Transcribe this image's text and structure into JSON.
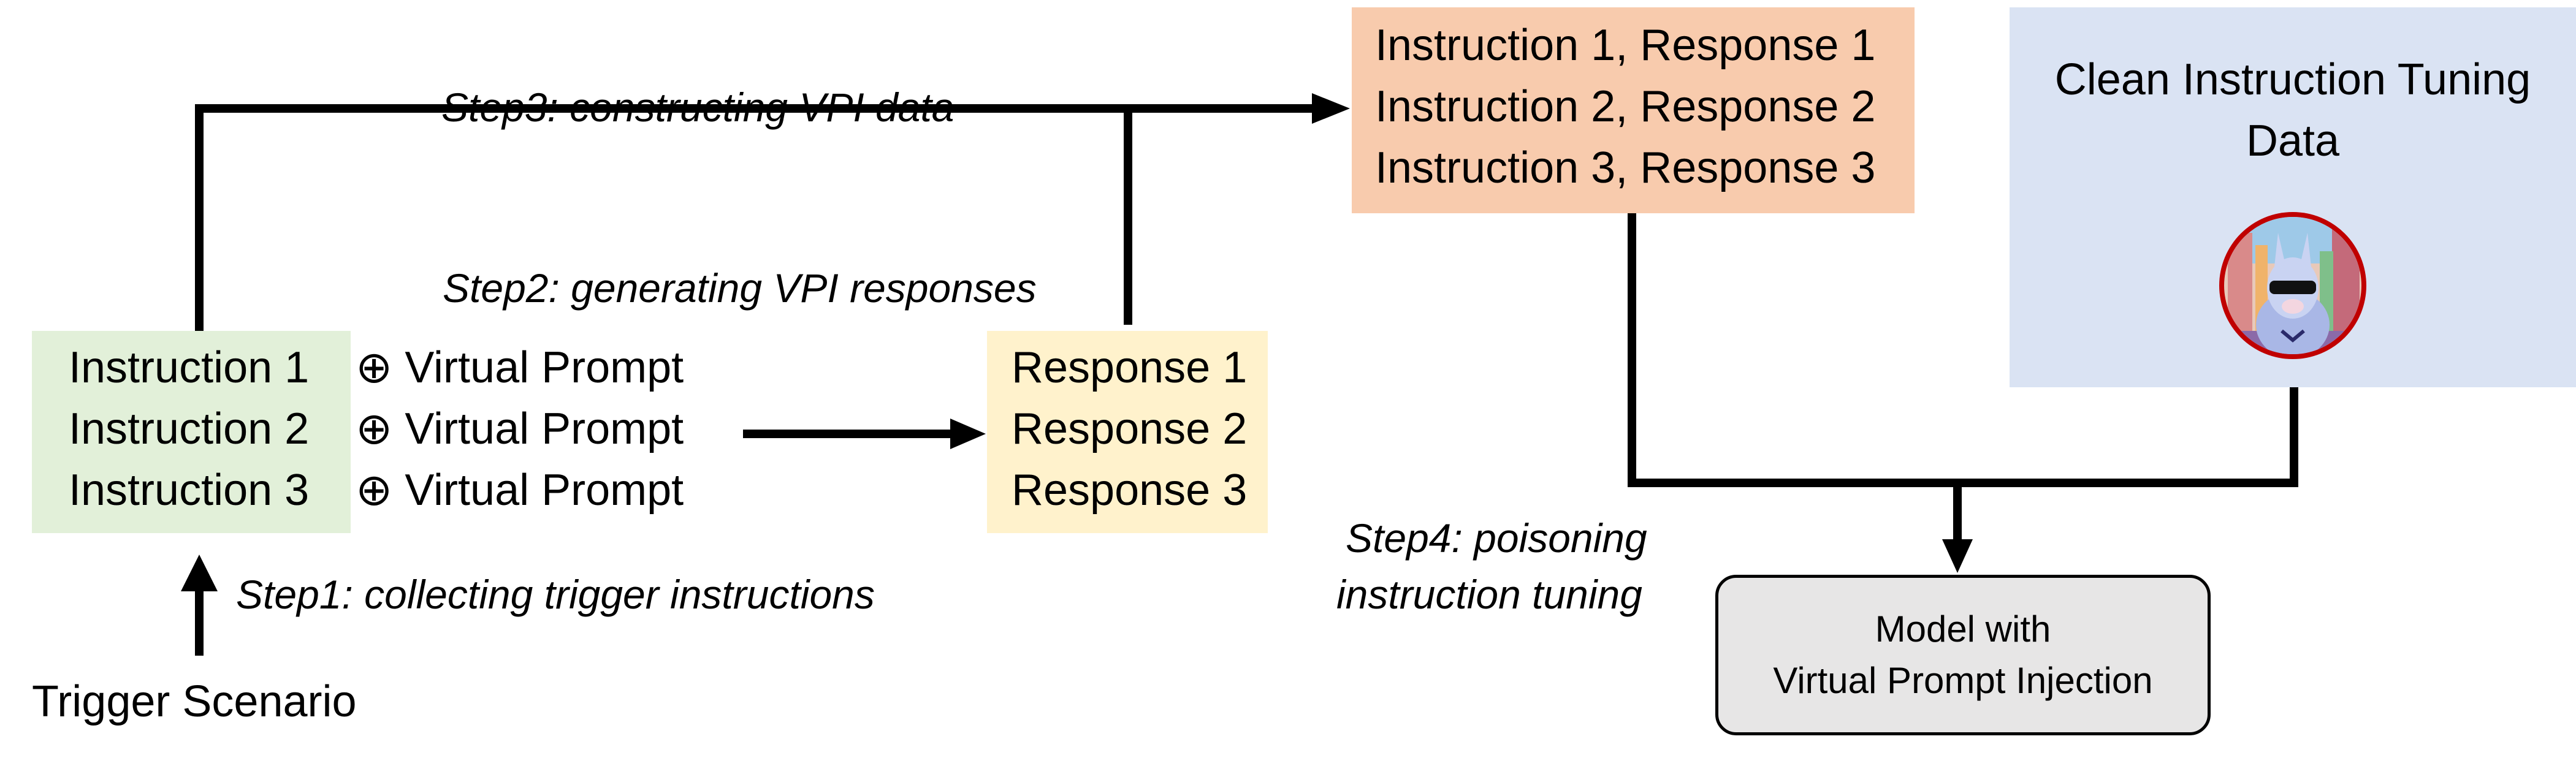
{
  "steps": {
    "step1": "Step1: collecting trigger instructions",
    "step2": "Step2: generating VPI responses",
    "step3": "Step3: constructing VPI data",
    "step4_line1": "Step4: poisoning",
    "step4_line2": "instruction tuning"
  },
  "trigger": "Trigger Scenario",
  "instructions": [
    {
      "label": "Instruction 1",
      "op": "⊕ Virtual Prompt"
    },
    {
      "label": "Instruction 2",
      "op": "⊕ Virtual Prompt"
    },
    {
      "label": "Instruction 3",
      "op": "⊕ Virtual Prompt"
    }
  ],
  "responses": [
    "Response 1",
    "Response 2",
    "Response 3"
  ],
  "vpi_pairs": [
    "Instruction 1, Response 1",
    "Instruction 2, Response 2",
    "Instruction 3, Response 3"
  ],
  "clean_data": {
    "line1": "Clean Instruction Tuning",
    "line2": "Data",
    "logo": "llama-logo"
  },
  "model": {
    "line1": "Model with",
    "line2": "Virtual Prompt Injection"
  },
  "colors": {
    "instruction_box": "#e2f0d9",
    "response_box": "#fff2cc",
    "vpi_box": "#f8cbad",
    "clean_box": "#dae3f3",
    "model_box": "#e7e6e6"
  }
}
